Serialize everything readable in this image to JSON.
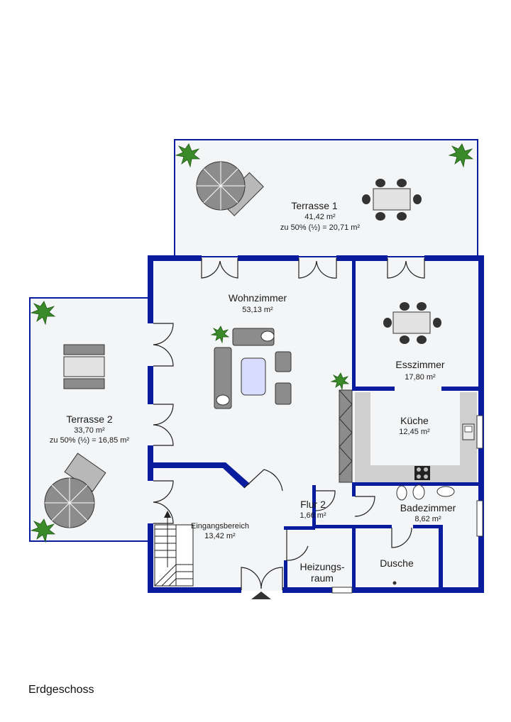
{
  "caption": "Erdgeschoss",
  "colors": {
    "wall": "#0a1c9e",
    "floor": "#f4f5f7",
    "kitchen_counter": "#cfcfcf",
    "furniture": "#8c8c8c",
    "plant": "#3a8a2a"
  },
  "rooms": {
    "terrasse1": {
      "name": "Terrasse 1",
      "area": "41,42 m²",
      "note": "zu 50% (½) = 20,71 m²"
    },
    "terrasse2": {
      "name": "Terrasse 2",
      "area": "33,70 m²",
      "note": "zu 50% (½) = 16,85 m²"
    },
    "wohnzimmer": {
      "name": "Wohnzimmer",
      "area": "53,13 m²"
    },
    "esszimmer": {
      "name": "Esszimmer",
      "area": "17,80 m²"
    },
    "kueche": {
      "name": "Küche",
      "area": "12,45 m²"
    },
    "flur2": {
      "name": "Flur 2",
      "area": "1,66 m²"
    },
    "badezimmer": {
      "name": "Badezimmer",
      "area": "8,62 m²"
    },
    "eingang": {
      "name": "Eingangsbereich",
      "area": "13,42 m²"
    },
    "heizung": {
      "name_line1": "Heizungs-",
      "name_line2": "raum"
    },
    "dusche": {
      "name": "Dusche"
    }
  }
}
